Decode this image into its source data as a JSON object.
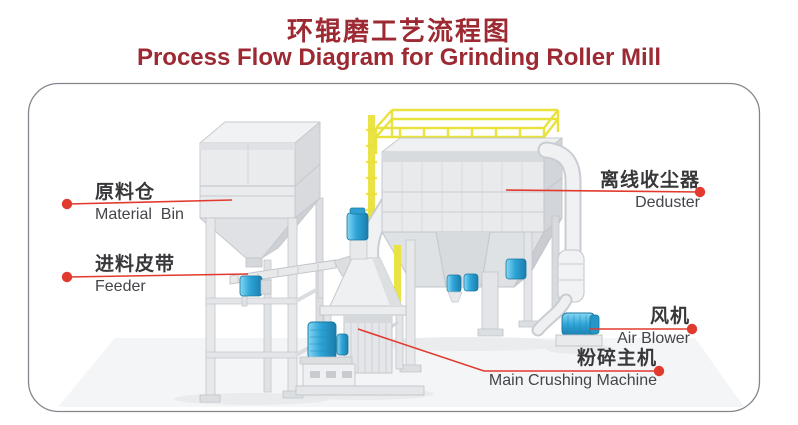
{
  "title": {
    "zh": "环辊磨工艺流程图",
    "en": "Process Flow Diagram for Grinding Roller Mill"
  },
  "labels": [
    {
      "id": "material-bin",
      "zh": "原料仓",
      "en": "Material  Bin"
    },
    {
      "id": "feeder",
      "zh": "进料皮带",
      "en": "Feeder"
    },
    {
      "id": "deduster",
      "zh": "离线收尘器",
      "en": "Deduster"
    },
    {
      "id": "air-blower",
      "zh": "风机",
      "en": "Air Blower"
    },
    {
      "id": "main-crushing-machine",
      "zh": "粉碎主机",
      "en": "Main Crushing Machine"
    }
  ],
  "colors": {
    "title_red": "#9d2a33",
    "leader_red": "#e23a2e",
    "railing_yellow": "#e9e13c",
    "machine_blue": "#2ea4d7",
    "label_dark": "#38383b",
    "label_gray": "#43454a"
  }
}
